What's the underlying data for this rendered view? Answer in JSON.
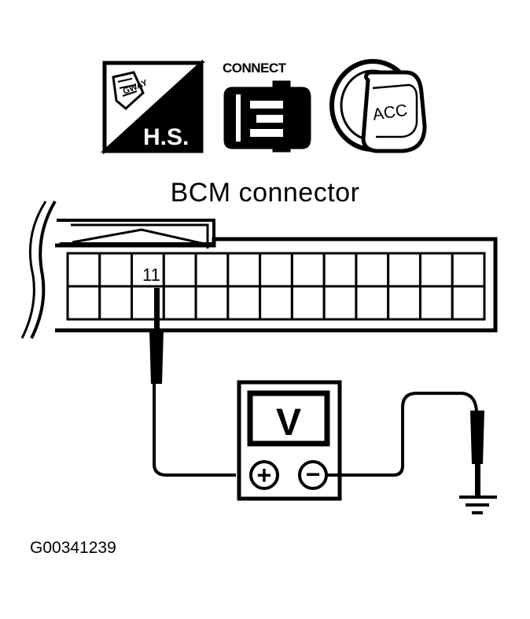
{
  "icons": {
    "hs_icon": {
      "word": "H.S.",
      "small_word": "GWAY"
    },
    "connect_icon": {
      "label": "CONNECT"
    },
    "ignition_icon": {
      "position": "ACC"
    }
  },
  "connector": {
    "title": "BCM connector",
    "pin_label": "11",
    "rows": 2,
    "columns": 13
  },
  "meter": {
    "unit_letter": "V",
    "positive_symbol": "+",
    "negative_symbol": "−"
  },
  "figure_id": "G00341239",
  "colors": {
    "ink": "#000000",
    "paper": "#ffffff"
  }
}
